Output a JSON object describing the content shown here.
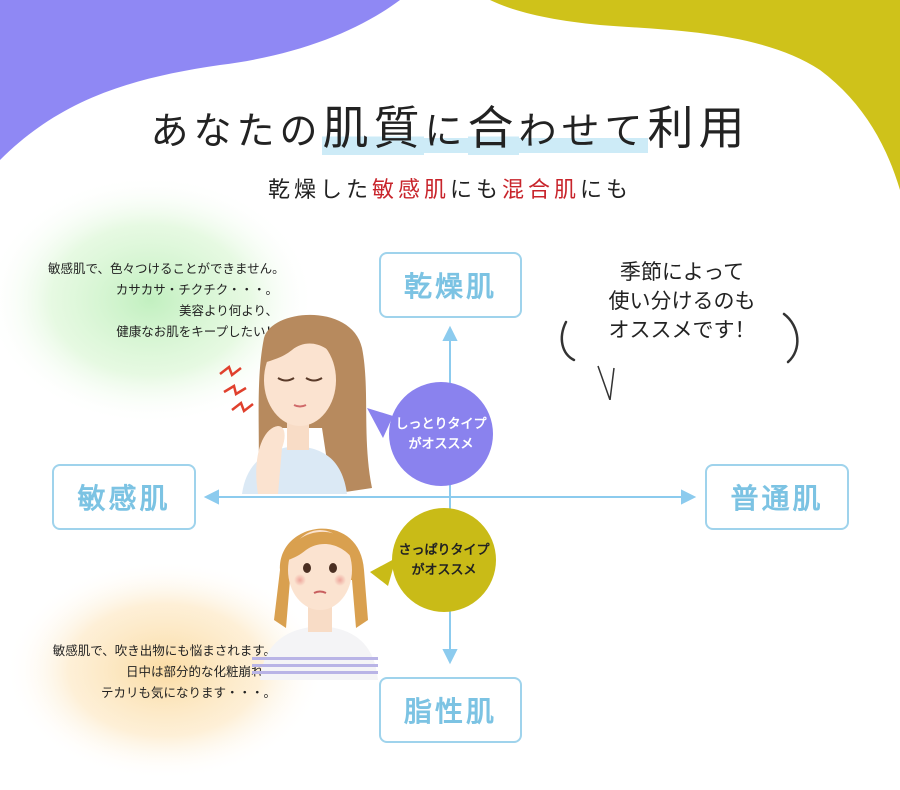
{
  "title": {
    "part1": "あなたの",
    "highlight": "肌質",
    "part2": "に",
    "highlight2": "合",
    "part3": "わせて",
    "part4": "利用"
  },
  "subtitle": {
    "part1": "乾燥した",
    "sensitive": "敏感肌",
    "part2": "にも",
    "combination": "混合肌",
    "part3": "にも"
  },
  "skin_types": {
    "dry": "乾燥肌",
    "sensitive": "敏感肌",
    "normal": "普通肌",
    "oily": "脂性肌"
  },
  "dry_description": [
    "敏感肌で、色々つけることができません。",
    "カサカサ・チクチク・・・。",
    "美容より何より、",
    "健康なお肌をキープしたい！"
  ],
  "oily_description": [
    "敏感肌で、吹き出物にも悩まされます。",
    "日中は部分的な化粧崩れや",
    "テカリも気になります・・・。"
  ],
  "badges": {
    "moist": [
      "しっとりタイプ",
      "がオススメ"
    ],
    "fresh": [
      "さっぱりタイプ",
      "がオススメ"
    ]
  },
  "callout": [
    "季節によって",
    "使い分けるのも",
    "オススメです！"
  ],
  "colors": {
    "blob_purple": "#8f88f4",
    "blob_yellow": "#cfc21a",
    "box_border": "#9fd3ec",
    "box_text": "#7cc3e3",
    "axis": "#8ccbee",
    "badge_purple": "#8a82ee",
    "badge_yellow": "#c9bb17",
    "accent_red": "#c8242b",
    "title_highlight": "#cdebf7"
  }
}
